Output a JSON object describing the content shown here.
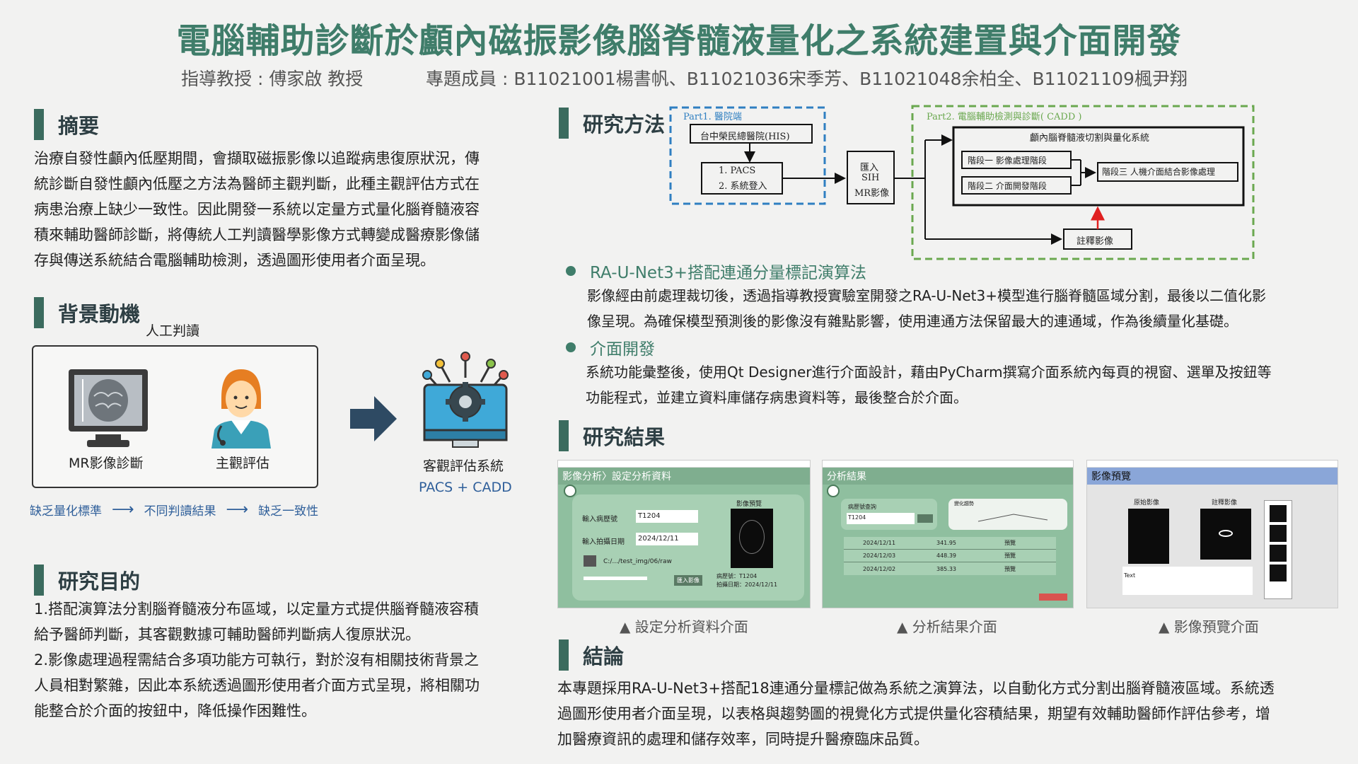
{
  "title": "電腦輔助診斷於顱內磁振影像腦脊髓液量化之系統建置與介面開發",
  "advisor": "指導教授 : 傅家啟  教授",
  "members": "專題成員 : B11021001楊書帆、B11021036宋季芳、B11021048余柏全、B11021109楓尹翔",
  "abstract": {
    "heading": "摘要",
    "lines": [
      "治療自發性顱內低壓期間，會擷取磁振影像以追蹤病患復原狀況，傳",
      "統診斷自發性顱內低壓之方法為醫師主觀判斷，此種主觀評估方式在",
      "病患治療上缺少一致性。因此開發一系統以定量方式量化腦脊髓液容",
      "積來輔助醫師診斷，將傳統人工判讀醫學影像方式轉變成醫療影像儲",
      "存與傳送系統結合電腦輔助檢測，透過圖形使用者介面呈現。"
    ]
  },
  "background": {
    "heading": "背景動機",
    "manual_label": "人工判讀",
    "mr_label": "MR影像診斷",
    "subjective_label": "主觀評估",
    "system_label": "客觀評估系統",
    "system_sub": "PACS  +  CADD",
    "chain": [
      "缺乏量化標準",
      "不同判讀結果",
      "缺乏一致性"
    ],
    "arrow_glyph": "⟶"
  },
  "purpose": {
    "heading": "研究目的",
    "lines": [
      "1.搭配演算法分割腦脊髓液分布區域，以定量方式提供腦脊髓液容積",
      "給予醫師判斷，其客觀數據可輔助醫師判斷病人復原狀況。",
      "2.影像處理過程需結合多項功能方可執行，對於沒有相關技術背景之",
      "人員相對繁雜，因此本系統透過圖形使用者介面方式呈現，將相關功",
      "能整合於介面的按鈕中，降低操作困難性。"
    ]
  },
  "methods": {
    "heading": "研究方法",
    "part1": "Part1. 醫院端",
    "his": "台中榮民總醫院(HIS)",
    "pacs1": "1.  PACS",
    "pacs2": "2.  系統登入",
    "import1": "匯入",
    "import2": "SIH",
    "import3": "MR影像",
    "part2": "Part2. 電腦輔助檢測與診斷( CADD )",
    "cadd_title": "顱內腦脊髓液切割與量化系統",
    "stage1": "階段一  影像處理階段",
    "stage2": "階段二  介面開發階段",
    "stage3": "階段三  人機介面結合影像處理",
    "annot": "註釋影像",
    "algo_title": "RA-U-Net3+搭配連通分量標記演算法",
    "algo_lines": [
      "影像經由前處理裁切後，透過指導教授實驗室開發之RA-U-Net3+模型進行腦脊髓區域分割，最後以二值化影",
      "像呈現。為確保模型預測後的影像沒有雜點影響，使用連通方法保留最大的連通域，作為後續量化基礎。"
    ],
    "ui_title": "介面開發",
    "ui_lines": [
      "系統功能彙整後，使用Qt Designer進行介面設計，藉由PyCharm撰寫介面系統內每頁的視窗、選單及按鈕等",
      "功能程式，並建立資料庫儲存病患資料等，最後整合於介面。"
    ]
  },
  "results": {
    "heading": "研究結果",
    "shot1": {
      "title": "影像分析〉設定分析資料",
      "label_id": "輸入病歷號",
      "value_id": "T1204",
      "label_date": "輸入拍攝日期",
      "value_date": "2024/12/11",
      "path": "C:/.../test_img/06/raw",
      "preview": "影像預覽",
      "info1": "病歷號：T1204",
      "info2": "拍攝日期：2024/12/11",
      "btn": "匯入影像",
      "caption": "▲ 設定分析資料介面"
    },
    "shot2": {
      "title": "分析結果",
      "query": "病歷號查詢",
      "value": "T1204",
      "trend": "變化趨勢",
      "dates": [
        "2024/12/11",
        "2024/12/03",
        "2024/12/02"
      ],
      "values": [
        "341.95",
        "448.39",
        "385.33"
      ],
      "status": [
        "預覽",
        "預覽",
        "預覽"
      ],
      "caption": "▲ 分析結果介面"
    },
    "shot3": {
      "title": "影像預覽",
      "orig": "原始影像",
      "annot": "註釋影像",
      "text": "Text",
      "caption": "▲  影像預覽介面"
    }
  },
  "conclusion": {
    "heading": "結論",
    "lines": [
      "本專題採用RA-U-Net3+搭配18連通分量標記做為系統之演算法，以自動化方式分割出腦脊髓液區域。系統透",
      "過圖形使用者介面呈現，以表格與趨勢圖的視覺化方式提供量化容積結果，期望有效輔助醫師作評估參考，增",
      "加醫療資訊的處理和儲存效率，同時提升醫療臨床品質。"
    ]
  }
}
